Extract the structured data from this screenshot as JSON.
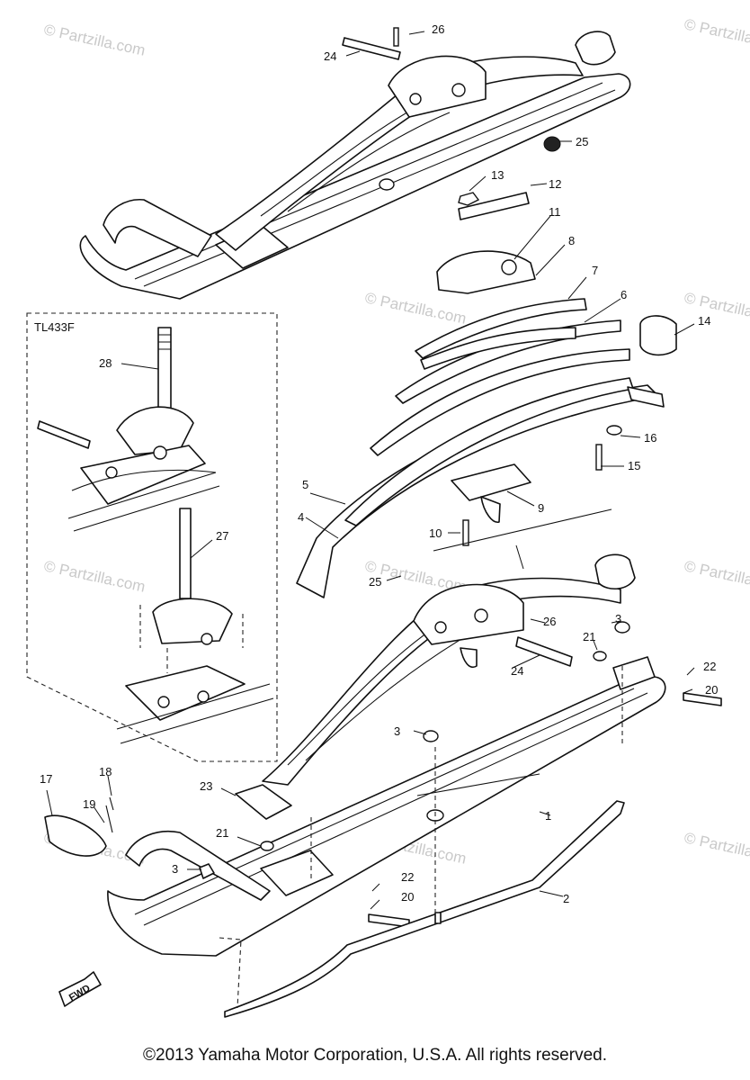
{
  "watermark": {
    "text": "© Partzilla.com"
  },
  "diagram": {
    "inset_code": "TL433F",
    "fwd_label": "FWD",
    "callouts": [
      "1",
      "2",
      "3",
      "3",
      "3",
      "4",
      "5",
      "6",
      "7",
      "8",
      "9",
      "10",
      "11",
      "12",
      "13",
      "14",
      "15",
      "16",
      "17",
      "18",
      "19",
      "20",
      "20",
      "21",
      "21",
      "22",
      "22",
      "23",
      "24",
      "24",
      "25",
      "25",
      "26",
      "26",
      "27",
      "28"
    ]
  },
  "footer": {
    "copyright": "©2013  Yamaha Motor Corporation, U.S.A. All rights reserved."
  }
}
